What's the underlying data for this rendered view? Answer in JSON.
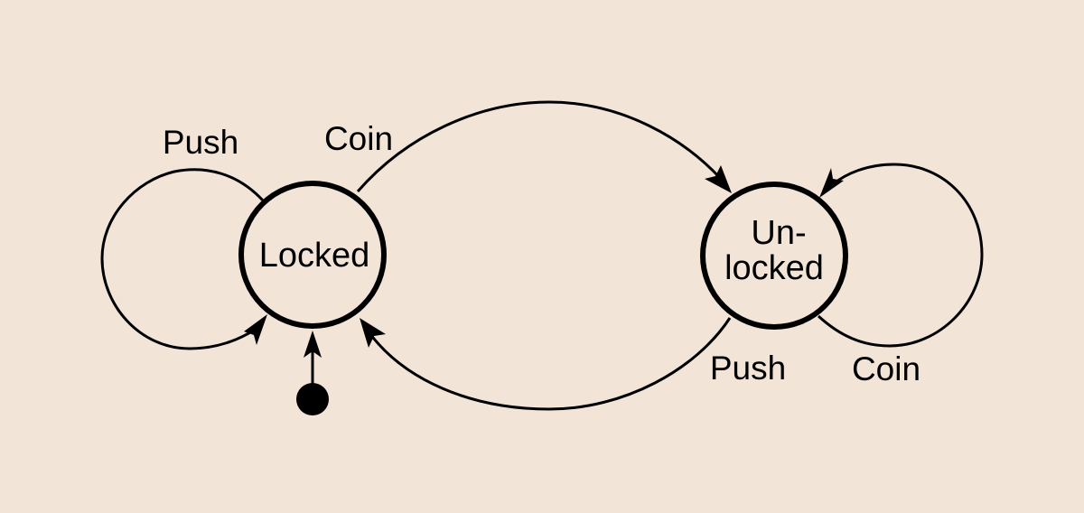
{
  "states": {
    "locked": {
      "label": "Locked"
    },
    "unlocked": {
      "label_line1": "Un-",
      "label_line2": "locked"
    }
  },
  "transitions": {
    "locked_self": {
      "label": "Push"
    },
    "locked_to_unlocked": {
      "label": "Coin"
    },
    "unlocked_to_locked": {
      "label": "Push"
    },
    "unlocked_self": {
      "label": "Coin"
    }
  },
  "colors": {
    "background": "#f3e4d8",
    "stroke": "#000000"
  }
}
